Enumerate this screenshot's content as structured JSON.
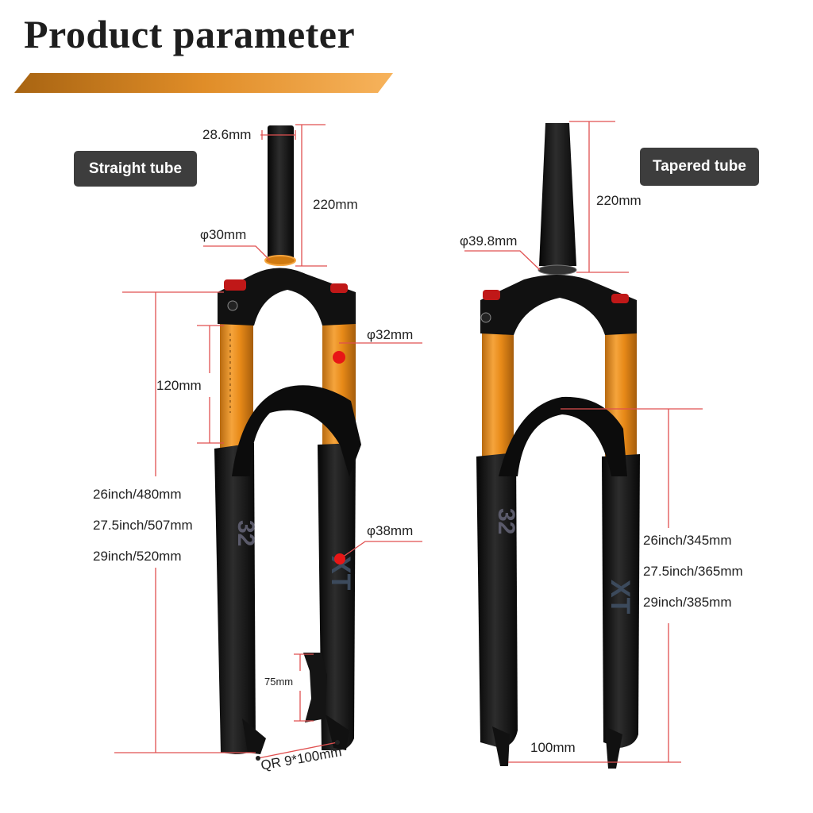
{
  "title": "Product parameter",
  "colors": {
    "stanchion": "#f0961e",
    "fork_body": "#141414",
    "dimension_line": "#e05050",
    "badge_bg": "#3d3d3d",
    "accent_stripe": "#f2a03a"
  },
  "straight_fork": {
    "badge": "Straight tube",
    "steerer_diameter": "28.6mm",
    "steerer_length": "220mm",
    "crown_race": "φ30mm",
    "stanchion_diameter": "φ32mm",
    "travel": "120mm",
    "lower_diameter": "φ38mm",
    "axle_to_crown": [
      "26inch/480mm",
      "27.5inch/507mm",
      "29inch/520mm"
    ],
    "disc_mount": "75mm",
    "axle": "QR 9*100mm",
    "decal_text": [
      "32",
      "XT"
    ]
  },
  "tapered_fork": {
    "badge": "Tapered tube",
    "steerer_length": "220mm",
    "crown_race": "φ39.8mm",
    "arch_height": [
      "26inch/345mm",
      "27.5inch/365mm",
      "29inch/385mm"
    ],
    "axle_spacing": "100mm",
    "decal_text": [
      "32",
      "XT"
    ]
  }
}
